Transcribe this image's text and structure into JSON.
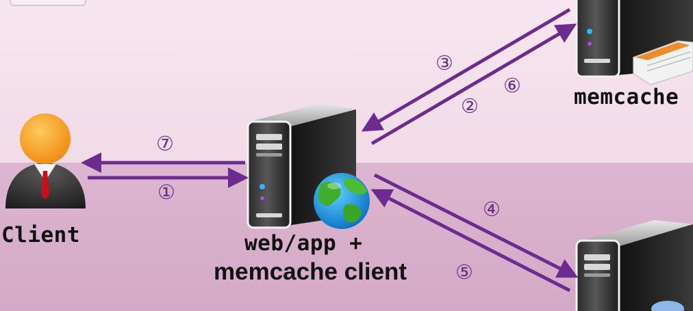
{
  "colors": {
    "arrow": "#6e2b8f",
    "step_number": "#6a2d85",
    "background_top": "#f4e2ec",
    "background_band": "#d8aecb"
  },
  "nodes": {
    "client": {
      "label": "Client",
      "icon": "person-icon"
    },
    "web_app": {
      "label_line1": "web/app +",
      "label_line2": "memcache client",
      "icon": "server-globe-icon"
    },
    "memcache": {
      "label": "memcache",
      "icon": "server-icon"
    },
    "database": {
      "icon": "database-server-icon"
    }
  },
  "steps": {
    "s1": "①",
    "s2": "②",
    "s3": "③",
    "s4": "④",
    "s5": "⑤",
    "s6": "⑥",
    "s7": "⑦"
  },
  "edges": [
    {
      "from": "client",
      "to": "web_app",
      "step": "①"
    },
    {
      "from": "web_app",
      "to": "memcache",
      "step": "②"
    },
    {
      "from": "memcache",
      "to": "web_app",
      "step": "③"
    },
    {
      "from": "web_app",
      "to": "database",
      "step": "④"
    },
    {
      "from": "database",
      "to": "web_app",
      "step": "⑤"
    },
    {
      "from": "web_app",
      "to": "memcache",
      "step": "⑥"
    },
    {
      "from": "web_app",
      "to": "client",
      "step": "⑦"
    }
  ]
}
